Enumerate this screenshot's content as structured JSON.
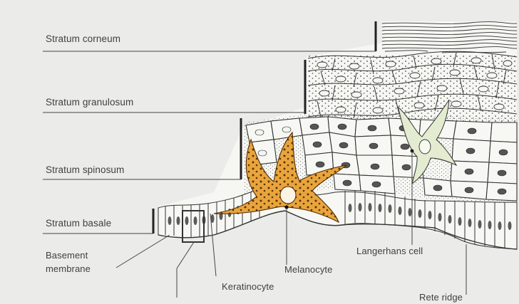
{
  "layers": {
    "corneum": "Stratum corneum",
    "granulosum": "Stratum granulosum",
    "spinosum": "Stratum spinosum",
    "basale": "Stratum basale"
  },
  "callouts": {
    "basement_line1": "Basement",
    "basement_line2": "membrane",
    "keratinocyte": "Keratinocyte",
    "melanocyte": "Melanocyte",
    "langerhans": "Langerhans cell",
    "rete": "Rete ridge"
  },
  "colors": {
    "background": "#ebebe9",
    "ink": "#333333",
    "melanocyte_fill": "#e9a53d",
    "langerhans_fill": "#e3ecd0"
  }
}
